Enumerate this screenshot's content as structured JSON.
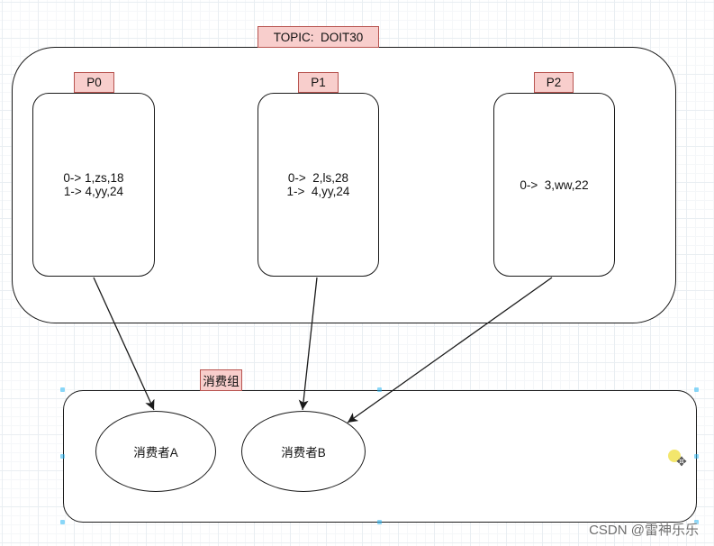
{
  "colors": {
    "label_fill": "#f8cecc",
    "label_border": "#b85450",
    "stroke": "#1a1a1a",
    "selection_handle": "#29b6f2",
    "highlight": "#f2e35c"
  },
  "topic": {
    "label": "TOPIC:  DOIT30"
  },
  "partitions": [
    {
      "label": "P0",
      "records": [
        "0-> 1,zs,18",
        "1-> 4,yy,24"
      ]
    },
    {
      "label": "P1",
      "records": [
        "0->  2,ls,28",
        "1->  4,yy,24"
      ]
    },
    {
      "label": "P2",
      "records": [
        "0->  3,ww,22"
      ]
    }
  ],
  "consumer_group": {
    "label": "消费组",
    "selected": true,
    "consumers": [
      "消费者A",
      "消费者B"
    ]
  },
  "edges": [
    {
      "from_partition": 0,
      "to_consumer": 0
    },
    {
      "from_partition": 1,
      "to_consumer": 1
    },
    {
      "from_partition": 2,
      "to_consumer": 1
    }
  ],
  "icons": {
    "highlight": "highlight-dot-icon",
    "move": "move-icon"
  },
  "watermark": "CSDN @雷神乐乐"
}
